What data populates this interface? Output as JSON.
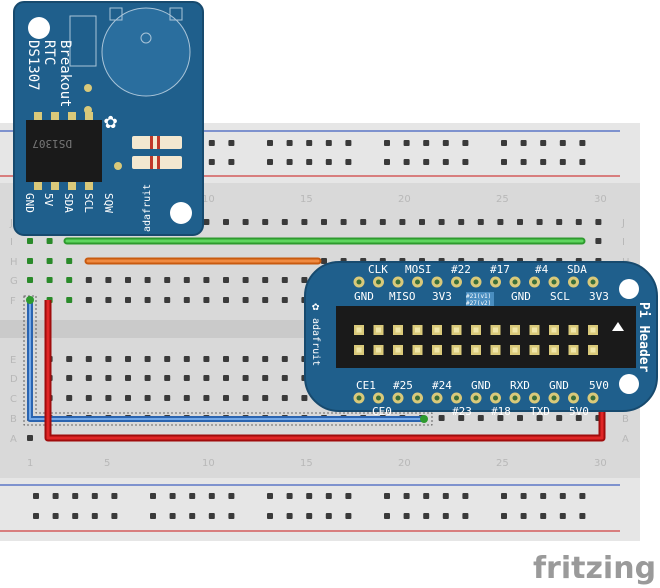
{
  "rtc_board": {
    "title_lines": [
      "DS1307",
      "RTC",
      "Breakout"
    ],
    "chip_label": "DS1307",
    "pins": [
      "GND",
      "5V",
      "SDA",
      "SCL",
      "SQW"
    ],
    "brand": "adafruit"
  },
  "pi_header_board": {
    "title": "Pi Header",
    "brand": "adafruit",
    "top_row_labels": [
      "CLK",
      "MOSI",
      "#22",
      "#17",
      "#4",
      "SDA"
    ],
    "second_row_labels": [
      "GND",
      "MISO",
      "3V3",
      "GND",
      "SCL",
      "3V3"
    ],
    "rev_note": [
      "#21(v1)",
      "#27(v2)"
    ],
    "bottom_row_labels": [
      "CE1",
      "#25",
      "#24",
      "GND",
      "RXD",
      "GND",
      "5V0"
    ],
    "lower_row_labels": [
      "CE0",
      "#23",
      "#18",
      "TXD",
      "5V0"
    ]
  },
  "breadboard": {
    "column_numbers": [
      "1",
      "5",
      "10",
      "15",
      "20",
      "25",
      "30"
    ],
    "row_letters_top": [
      "J",
      "I",
      "H",
      "G",
      "F"
    ],
    "row_letters_bottom": [
      "E",
      "D",
      "C",
      "B",
      "A"
    ]
  },
  "wires": [
    {
      "name": "SDA",
      "color": "#3cc13c"
    },
    {
      "name": "SCL",
      "color": "#e07020"
    },
    {
      "name": "GND",
      "color": "#3a7fd0"
    },
    {
      "name": "5V",
      "color": "#cc1010"
    }
  ],
  "colors": {
    "board_blue": "#1f5f8c",
    "breadboard": "#dcdcdc",
    "rail_red": "#d04040",
    "rail_blue": "#4060c0"
  },
  "watermark": "fritzing"
}
